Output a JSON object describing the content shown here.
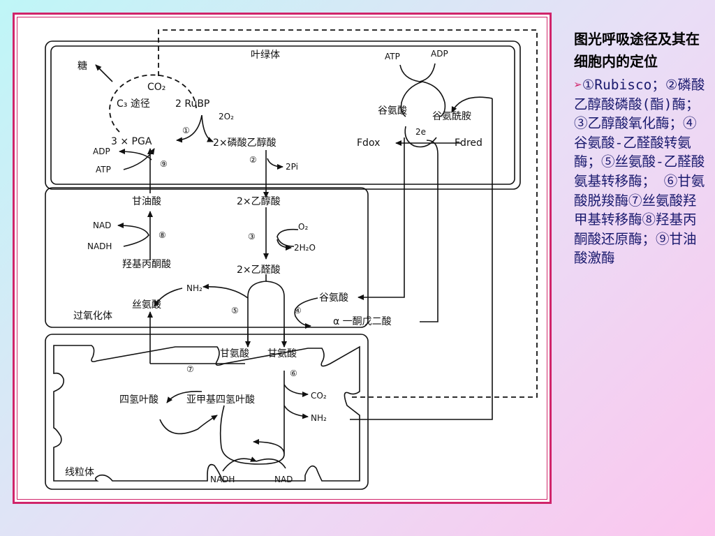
{
  "side_panel": {
    "title": "图光呼吸途径及其在细胞内的定位",
    "bullet_icon": "arrow-bullet-icon",
    "enzyme_text": "①Rubisco；②磷酸乙醇酸磷酸(酯)酶； ③乙醇酸氧化酶；④谷氨酸-乙醛酸转氨酶；⑤丝氨酸-乙醛酸氨基转移酶； ⑥甘氨酸脱羧酶⑦丝氨酸羟甲基转移酶⑧羟基丙酮酸还原酶；⑨甘油酸激酶"
  },
  "diagram": {
    "compartments": {
      "chloroplast": "叶绿体",
      "peroxisome": "过氧化体",
      "mitochondrion": "线粒体"
    },
    "metabolites": {
      "sugar": "糖",
      "co2_top": "CO₂",
      "c3_cycle": "C₃ 途径",
      "rubp": "2 RuBP",
      "o2_in": "2O₂",
      "pga": "3 × PGA",
      "phosphoglycolate": "2×磷酸乙醇酸",
      "adp_left": "ADP",
      "atp_left": "ATP",
      "pi": "2Pi",
      "glycerate": "甘油酸",
      "glycolate": "2×乙醇酸",
      "nad_left": "NAD",
      "nadh_left": "NADH",
      "o2_glycolate": "O₂",
      "h2o": "2H₂O",
      "hydroxypyruvate": "羟基丙酮酸",
      "glyoxylate": "2×乙醛酸",
      "nh2_perox": "NH₂",
      "serine": "丝氨酸",
      "glutamate_perox": "谷氨酸",
      "alpha_kg": "α 一酮戊二酸",
      "atp_right": "ATP",
      "adp_right": "ADP",
      "glutamate_chloro": "谷氨酸",
      "glutamine": "谷氨酰胺",
      "two_e": "2e",
      "fd_ox": "Fdox",
      "fd_red": "Fdred",
      "glycine_1": "甘氨酸",
      "glycine_2": "甘氨酸",
      "thf": "四氢叶酸",
      "mthf": "亚甲基四氢叶酸",
      "co2_mito": "CO₂",
      "nh2_mito": "NH₂",
      "nadh_mito": "NADH",
      "nad_mito": "NAD"
    },
    "enzyme_markers": [
      "①",
      "②",
      "③",
      "④",
      "⑤",
      "⑥",
      "⑦",
      "⑧",
      "⑨"
    ]
  }
}
